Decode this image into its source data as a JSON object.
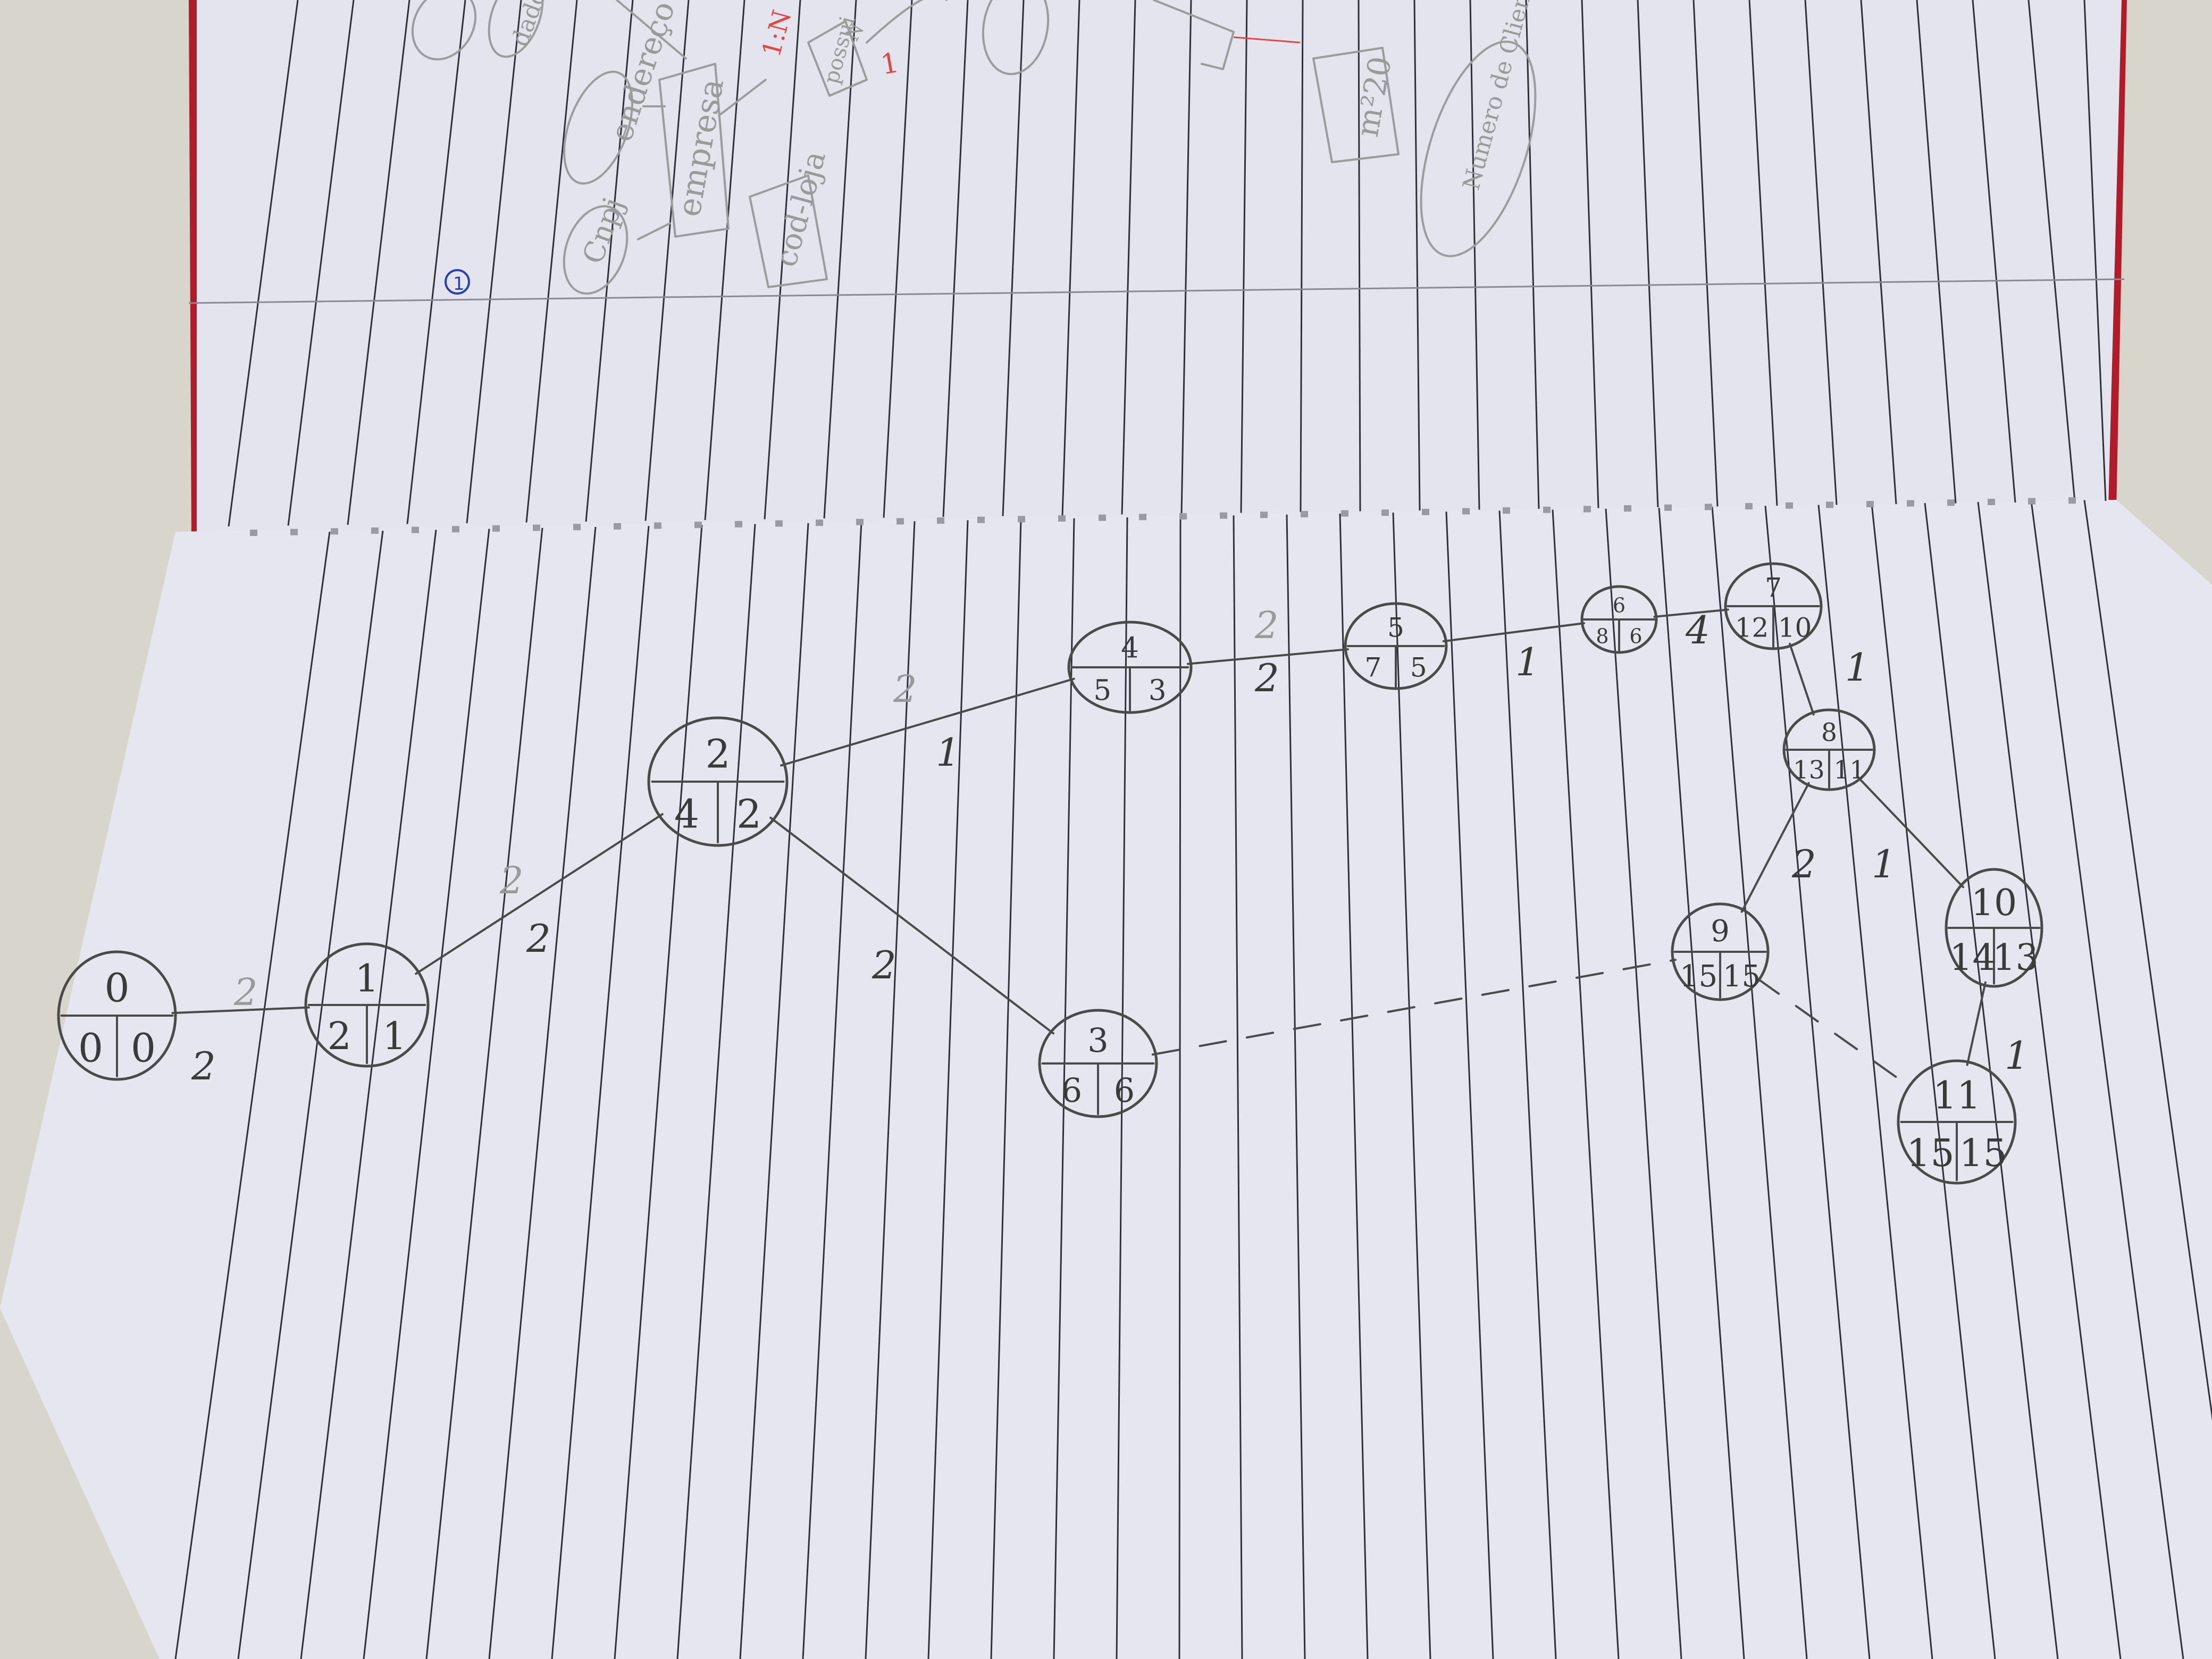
{
  "colors": {
    "page": "#e6e6f0",
    "ruling": "#2f2f3a",
    "pencil": "#4a4a4a",
    "pencil_faint": "#9c9c9c",
    "red_ink": "#e04848",
    "blue_ink": "#2a3fb0",
    "notebook_edge": "#b01c2a",
    "desk": "#d8d6cc"
  },
  "top_sketch": {
    "marker": "1",
    "empresa": "empresa",
    "endereco": "endereço",
    "cnpj": "Cnpj",
    "cod_loja": "cod-loja",
    "cardinality": "1:N",
    "possui": "possui",
    "n_mark": "N",
    "red_mark": "1",
    "metro": "m²20",
    "numero_cliente": "Numero de Clientes",
    "dados": "dados"
  },
  "network": {
    "nodes": [
      {
        "id": "0",
        "label": "0",
        "early": "0",
        "late": "0"
      },
      {
        "id": "1",
        "label": "1",
        "early": "2",
        "late": "1"
      },
      {
        "id": "2",
        "label": "2",
        "early": "4",
        "late": "2"
      },
      {
        "id": "3",
        "label": "3",
        "early": "6",
        "late": "6"
      },
      {
        "id": "4",
        "label": "4",
        "early": "5",
        "late": "3"
      },
      {
        "id": "5",
        "label": "5",
        "early": "7",
        "late": "5"
      },
      {
        "id": "6",
        "label": "6",
        "early": "8",
        "late": "6"
      },
      {
        "id": "7",
        "label": "7",
        "early": "12",
        "late": "10"
      },
      {
        "id": "8",
        "label": "8",
        "early": "13",
        "late": "11"
      },
      {
        "id": "9",
        "label": "9",
        "early": "15",
        "late": "15"
      },
      {
        "id": "10",
        "label": "10",
        "early": "14",
        "late": "13"
      },
      {
        "id": "11",
        "label": "11",
        "early": "15",
        "late": "15"
      }
    ],
    "edges": [
      {
        "from": "0",
        "to": "1",
        "weight": "2",
        "faint": "2"
      },
      {
        "from": "1",
        "to": "2",
        "weight": "2",
        "faint": "2"
      },
      {
        "from": "2",
        "to": "3",
        "weight": "2"
      },
      {
        "from": "2",
        "to": "4",
        "weight": "1",
        "faint": "2"
      },
      {
        "from": "4",
        "to": "5",
        "weight": "2",
        "faint": "2"
      },
      {
        "from": "5",
        "to": "6",
        "weight": "1"
      },
      {
        "from": "6",
        "to": "7",
        "weight": "4"
      },
      {
        "from": "7",
        "to": "8",
        "weight": "1"
      },
      {
        "from": "8",
        "to": "9",
        "weight": "2"
      },
      {
        "from": "8",
        "to": "10",
        "weight": "1"
      },
      {
        "from": "10",
        "to": "11",
        "weight": "1"
      },
      {
        "from": "3",
        "to": "9",
        "weight": ""
      },
      {
        "from": "9",
        "to": "11",
        "weight": ""
      }
    ]
  }
}
